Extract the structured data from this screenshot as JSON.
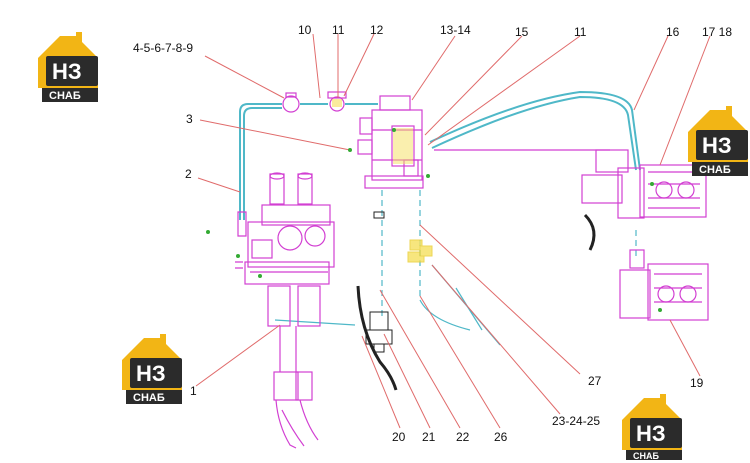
{
  "labels": {
    "l1": "1",
    "l2": "2",
    "l3": "3",
    "l4_9": "4-5-6-7-8-9",
    "l10": "10",
    "l11a": "11",
    "l12": "12",
    "l13_14": "13-14",
    "l15": "15",
    "l11b": "11",
    "l16": "16",
    "l17_18": "17 18",
    "l19": "19",
    "l20": "20",
    "l21": "21",
    "l22": "22",
    "l26": "26",
    "l23_25": "23-24-25",
    "l27": "27"
  },
  "watermark": {
    "mark": "НЗ",
    "sub": "СНАБ",
    "colors": {
      "gold": "#f2b515",
      "dark": "#2b2b2b",
      "text": "#ffffff"
    }
  },
  "colors": {
    "magenta": "#d23fd2",
    "cyan": "#4fb8c8",
    "green": "#33aa33",
    "leader": "#e06b6b",
    "label": "#111111"
  }
}
